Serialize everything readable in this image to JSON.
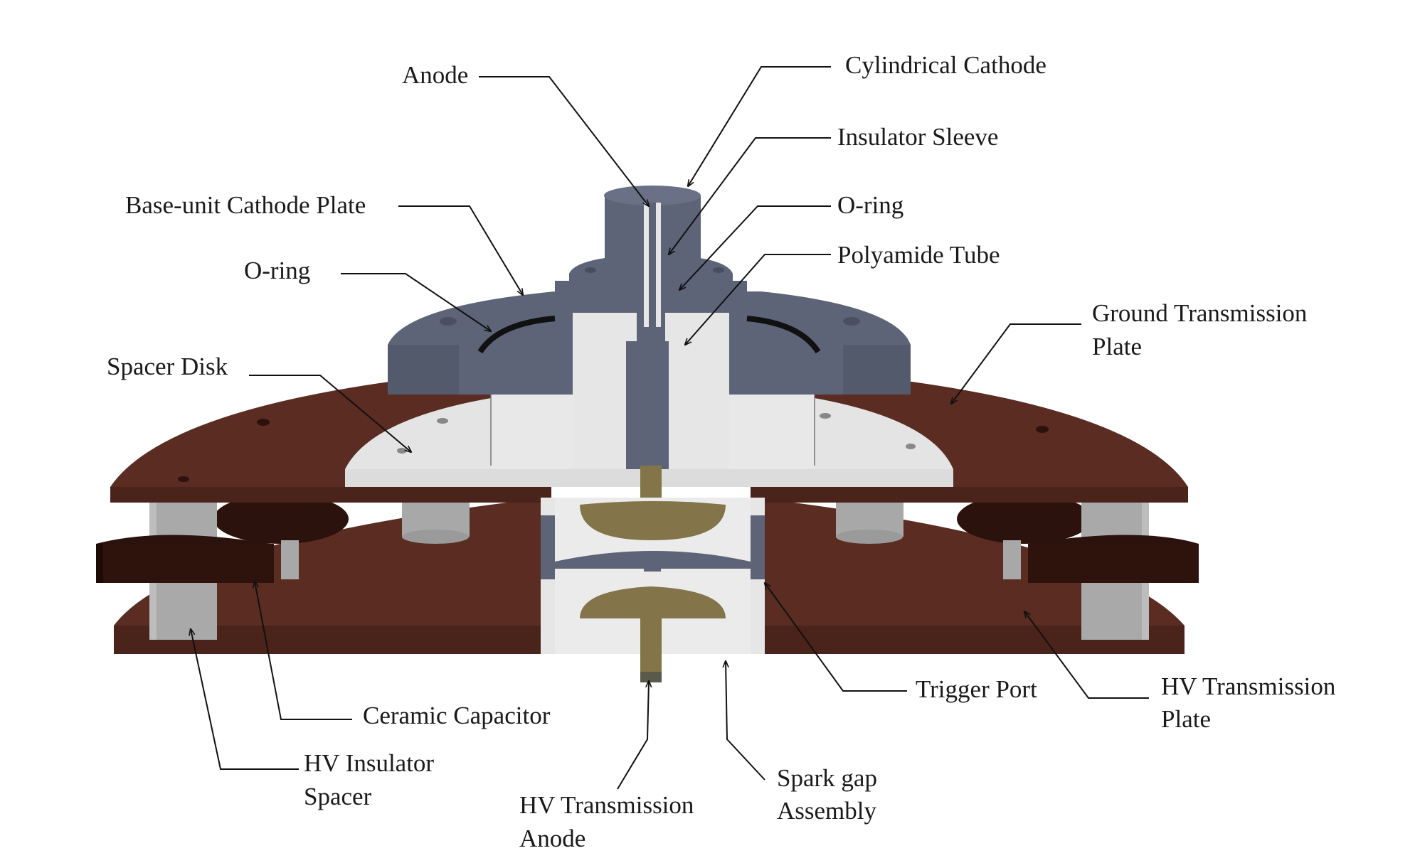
{
  "diagram": {
    "labels": {
      "anode": "Anode",
      "cylindrical_cathode": "Cylindrical Cathode",
      "insulator_sleeve": "Insulator Sleeve",
      "base_unit_cathode_plate": "Base-unit Cathode Plate",
      "o_ring_upper": "O-ring",
      "o_ring_left": "O-ring",
      "polyamide_tube": "Polyamide Tube",
      "ground_transmission_plate_line1": "Ground Transmission",
      "ground_transmission_plate_line2": "Plate",
      "spacer_disk": "Spacer Disk",
      "trigger_port": "Trigger Port",
      "hv_transmission_plate_line1": "HV Transmission",
      "hv_transmission_plate_line2": "Plate",
      "ceramic_capacitor": "Ceramic Capacitor",
      "hv_insulator_spacer_line1": "HV Insulator",
      "hv_insulator_spacer_line2": "Spacer",
      "hv_transmission_anode_line1": "HV Transmission",
      "hv_transmission_anode_line2": "Anode",
      "spark_gap_assembly_line1": "Spark gap",
      "spark_gap_assembly_line2": "Assembly"
    },
    "colors": {
      "copper_plate": "#5a2c22",
      "copper_plate_dark": "#3d1a12",
      "capacitor_dark": "#2b120c",
      "slate_cathode": "#5d6478",
      "slate_cathode_dark": "#474d5e",
      "insulator_white": "#e6e6e6",
      "spacer_grey": "#a8a8a8",
      "brass": "#837549"
    }
  }
}
